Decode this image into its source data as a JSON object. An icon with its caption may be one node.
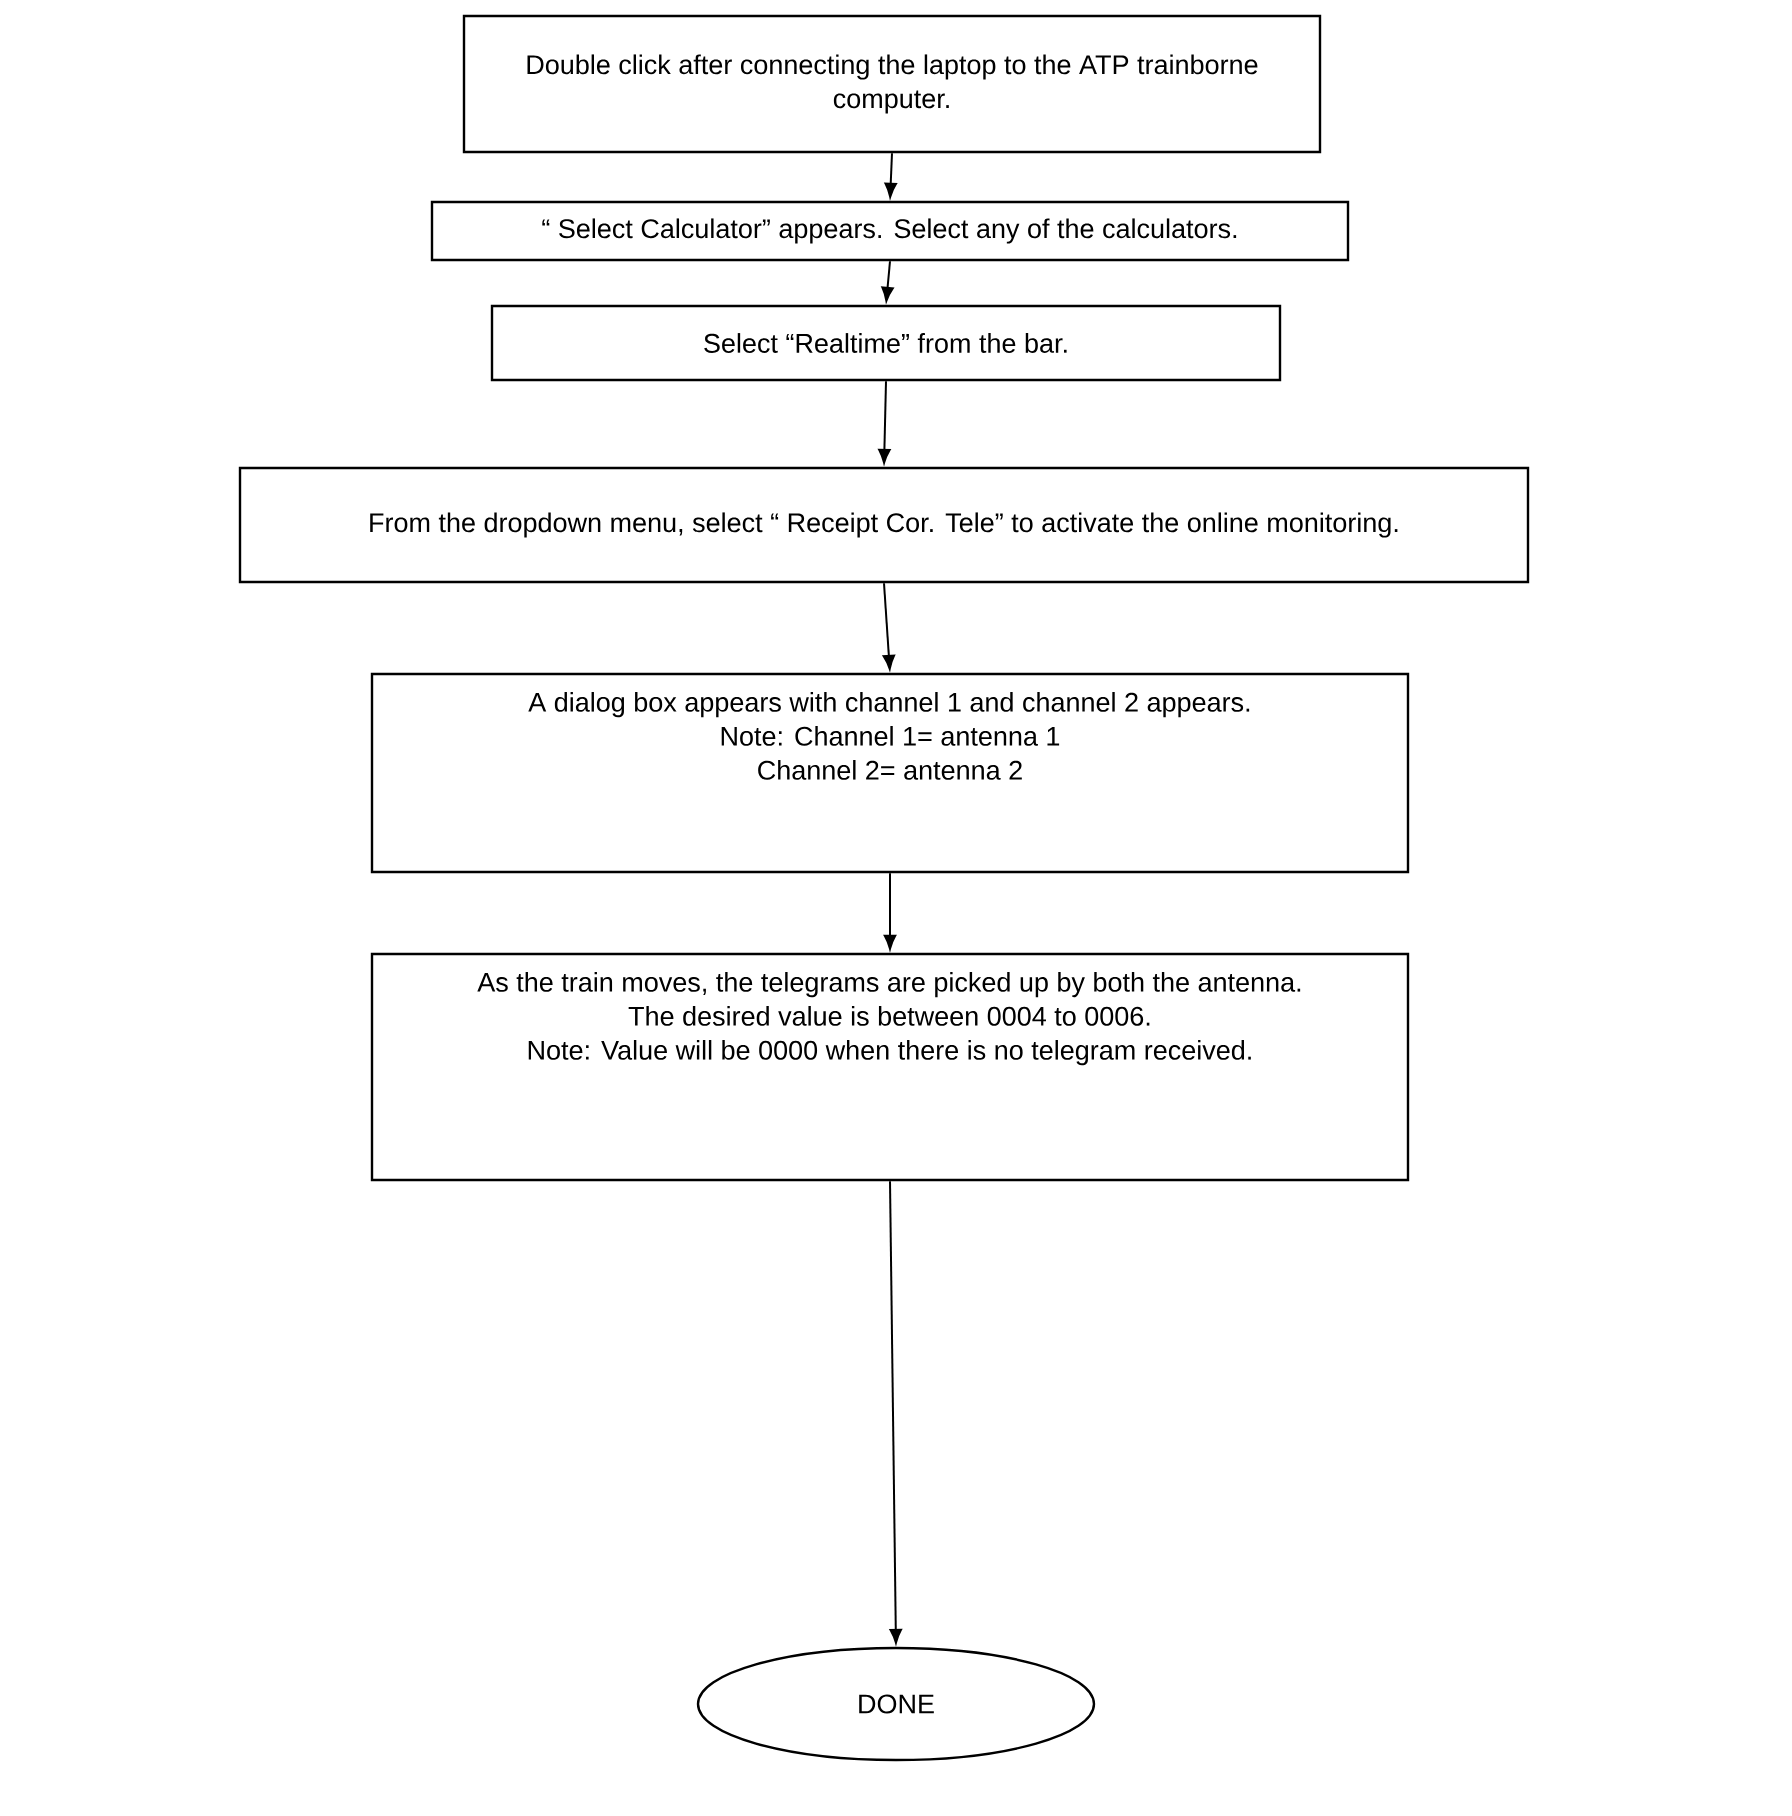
{
  "diagram": {
    "nodes": [
      {
        "text": [
          "Double click after connecting the laptop to the ATP trainborne computer."
        ]
      },
      {
        "text": [
          "“ Select Calculator” appears. Select any of the calculators."
        ]
      },
      {
        "text": [
          "Select “Realtime” from the bar."
        ]
      },
      {
        "text": [
          "From the dropdown menu, select “ Receipt Cor. Tele” to activate the online monitoring."
        ]
      },
      {
        "text": [
          "A dialog box appears with channel 1 and channel 2 appears.",
          "Note: Channel 1= antenna 1",
          "Channel 2= antenna 2"
        ]
      },
      {
        "text": [
          "As the train moves, the telegrams are picked up by both the antenna.",
          "The desired value is between 0004 to 0006.",
          "Note: Value will be 0000 when there is no telegram received."
        ]
      },
      {
        "text": [
          "DONE"
        ]
      }
    ],
    "edges": [
      {
        "from": 0,
        "to": 1,
        "arrow": "to"
      },
      {
        "from": 1,
        "to": 2,
        "arrow": "to"
      },
      {
        "from": 2,
        "to": 3,
        "arrow": "to"
      },
      {
        "from": 3,
        "to": 4,
        "arrow": "to"
      },
      {
        "from": 4,
        "to": 5,
        "arrow": "to"
      },
      {
        "from": 5,
        "to": 6,
        "arrow": "to"
      }
    ]
  }
}
